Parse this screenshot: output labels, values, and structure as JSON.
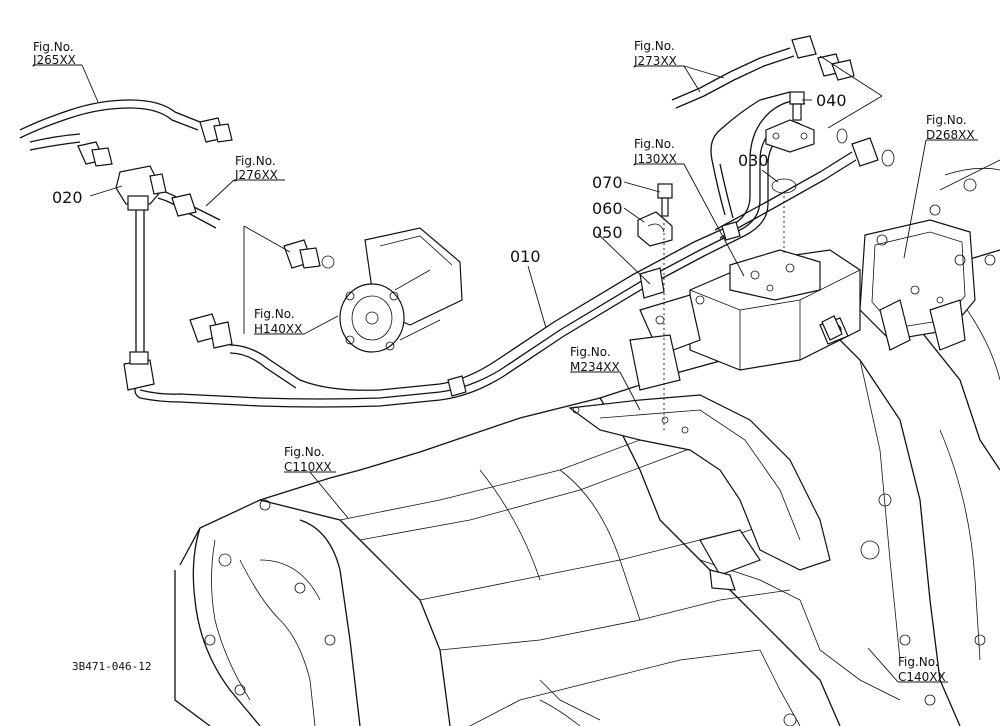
{
  "fig_refs": [
    {
      "id": "j265",
      "line1": "Fig.No.",
      "line2": "J265XX"
    },
    {
      "id": "j276",
      "line1": "Fig.No.",
      "line2": "J276XX"
    },
    {
      "id": "h140",
      "line1": "Fig.No.",
      "line2": "H140XX"
    },
    {
      "id": "j273",
      "line1": "Fig.No.",
      "line2": "J273XX"
    },
    {
      "id": "j130",
      "line1": "Fig.No.",
      "line2": "J130XX"
    },
    {
      "id": "d268",
      "line1": "Fig.No.",
      "line2": "D268XX"
    },
    {
      "id": "m234",
      "line1": "Fig.No.",
      "line2": "M234XX"
    },
    {
      "id": "c110",
      "line1": "Fig.No.",
      "line2": "C110XX"
    },
    {
      "id": "c140",
      "line1": "Fig.No.",
      "line2": "C140XX"
    }
  ],
  "parts": [
    {
      "id": "p010",
      "label": "010"
    },
    {
      "id": "p020",
      "label": "020"
    },
    {
      "id": "p030",
      "label": "030"
    },
    {
      "id": "p040",
      "label": "040"
    },
    {
      "id": "p050",
      "label": "050"
    },
    {
      "id": "p060",
      "label": "060"
    },
    {
      "id": "p070",
      "label": "070"
    }
  ],
  "drawing_code": "3B471-046-12"
}
